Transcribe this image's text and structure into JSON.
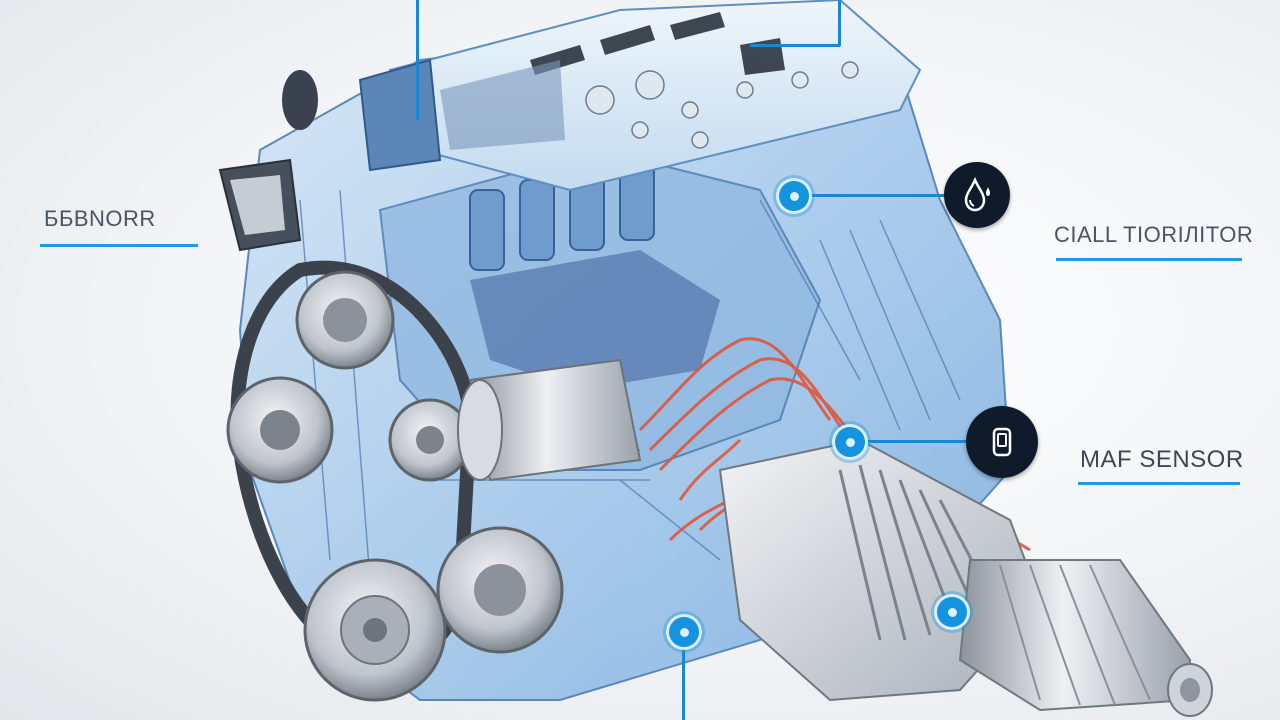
{
  "labels": {
    "left": "ББBNORR",
    "right_top": "CIALL TIORIЛITOR",
    "right_bottom": "MAF SENSOR"
  },
  "icons": {
    "top_badge": "water-drop-icon",
    "bottom_badge": "sensor-icon"
  },
  "colors": {
    "accent": "#1e9be6",
    "badge": "#0f1a2a",
    "engine_body": "#b9d6ef",
    "wiring": "#e0563b",
    "metal": "#c9ced6"
  }
}
